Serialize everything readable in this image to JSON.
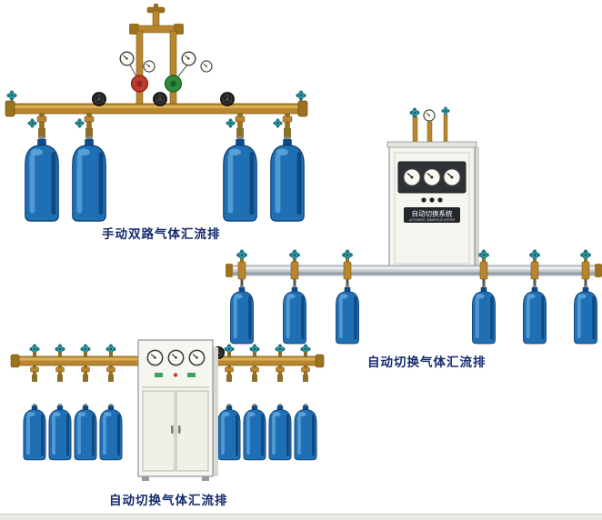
{
  "page": {
    "background": "#ffffff"
  },
  "products": {
    "manual_dual": {
      "caption": "手动双路气体汇流排",
      "cylinder_count": 4
    },
    "auto_switch_right": {
      "caption": "自动切换气体汇流排",
      "cylinder_count": 6,
      "cabinet": {
        "label_cn": "自动切换系统",
        "label_en": "AUTOMATIC MANIFOLD SYSTEM"
      }
    },
    "auto_switch_bottom": {
      "caption": "自动切换气体汇流排",
      "cylinder_count": 8
    }
  },
  "colors": {
    "brass": "#b8862f",
    "brass_dark": "#7a5a14",
    "cylinder_blue": "#1f6fb5",
    "cylinder_blue_dark": "#0d4a86",
    "valve_teal": "#2e9aa8",
    "silver_rail": "#c7cad0",
    "cabinet_body": "#f5f5ef",
    "caption_text": "#152a6e"
  }
}
